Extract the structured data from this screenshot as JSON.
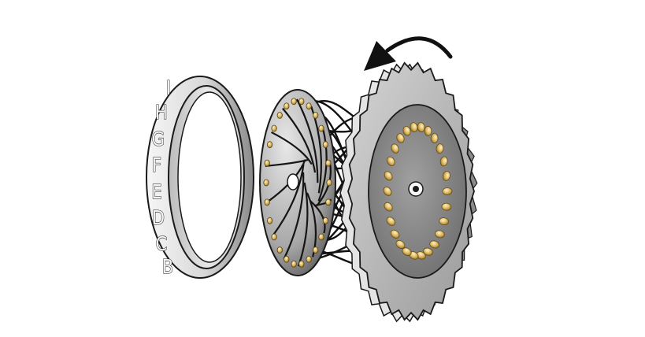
{
  "diagram": {
    "ring_letters": [
      "I",
      "H",
      "G",
      "F",
      "E",
      "D",
      "C",
      "B"
    ],
    "colors": {
      "outline": "#1a1a1a",
      "metal_light": "#f2f2f2",
      "metal_mid": "#b8b8b8",
      "metal_dark": "#5a5a5a",
      "contact_gold": "#d8b25a",
      "wire": "#111111"
    },
    "arrow": "rotation-direction-counterclockwise"
  }
}
